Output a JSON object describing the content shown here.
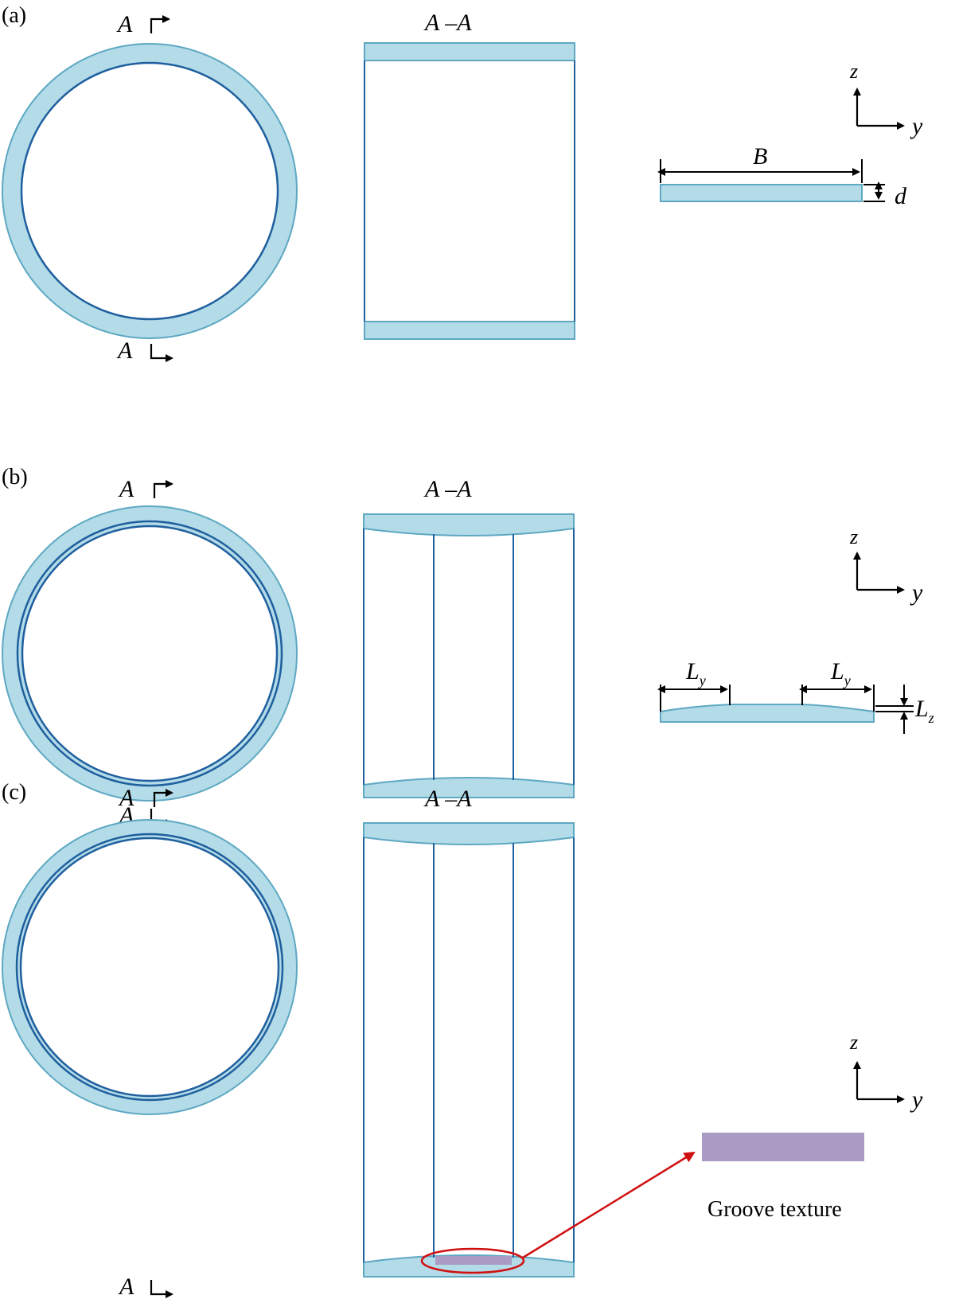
{
  "panels": {
    "a": {
      "label": "(a)",
      "section_top": "A",
      "section_bottom": "A",
      "section_title": "A –A"
    },
    "b": {
      "label": "(b)",
      "section_top": "A",
      "section_bottom": "A",
      "section_title": "A –A"
    },
    "c": {
      "label": "(c)",
      "section_top": "A",
      "section_bottom": "A",
      "section_title": "A –A"
    }
  },
  "axes": {
    "z": "z",
    "y": "y"
  },
  "dimensions": {
    "width": "B",
    "thickness": "d",
    "texture_length": "L",
    "texture_length_sub": "y",
    "texture_depth": "L",
    "texture_depth_sub": "z"
  },
  "groove_caption": "Groove texture",
  "colors": {
    "bearing_fill": "#b3dbe8",
    "bearing_edge": "#1f5f9e",
    "groove_fill": "#a99bc4",
    "highlight": "#d01010"
  }
}
